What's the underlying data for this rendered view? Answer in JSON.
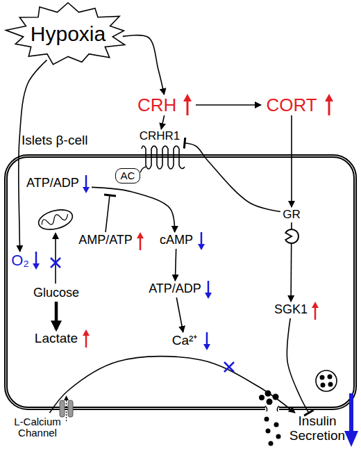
{
  "diagram": {
    "nodes": [
      {
        "text": [
          "Hypoxia"
        ]
      },
      {
        "text": [
          "CRH"
        ]
      },
      {
        "text": [
          "CORT"
        ]
      },
      {
        "text": [
          "Islets β-cell"
        ]
      },
      {
        "text": [
          "CRHR1"
        ]
      },
      {
        "text": [
          "AC"
        ],
        "in": 3
      },
      {
        "text": [
          "ATP/ADP"
        ],
        "in": 3
      },
      {
        "text": [
          "GR"
        ],
        "in": 3
      },
      {
        "text": [
          "AMP/ATP"
        ],
        "in": 3
      },
      {
        "text": [
          "cAMP"
        ],
        "in": 3
      },
      {
        "text": [
          "O₂"
        ],
        "in": 3
      },
      {
        "text": [
          "ATP/ADP"
        ],
        "in": 3
      },
      {
        "text": [
          "Glucose"
        ],
        "in": 3
      },
      {
        "text": [
          "SGK1"
        ],
        "in": 3
      },
      {
        "text": [
          "Lactate"
        ],
        "in": 3
      },
      {
        "text": [
          "Ca²⁺"
        ],
        "in": 3
      },
      {
        "text": [
          "L-Calcium Channel"
        ]
      },
      {
        "text": [
          "Insulin Secretion"
        ]
      }
    ],
    "edges": [
      {
        "from": 0,
        "to": 1,
        "arrow": "to"
      },
      {
        "from": 1,
        "to": 2,
        "arrow": "to"
      },
      {
        "from": 1,
        "to": 4,
        "arrow": "to"
      },
      {
        "from": 2,
        "to": 7,
        "arrow": "to"
      },
      {
        "from": 7,
        "to": 13,
        "arrow": "to"
      },
      {
        "from": 7,
        "to": 4,
        "arrow": "to"
      },
      {
        "from": 0,
        "to": 10,
        "arrow": "to"
      },
      {
        "from": 6,
        "to": 9,
        "arrow": "to"
      },
      {
        "from": 9,
        "to": 11,
        "arrow": "to"
      },
      {
        "from": 11,
        "to": 15,
        "arrow": "to"
      },
      {
        "from": 16,
        "to": 17,
        "arrow": "to"
      },
      {
        "from": 13,
        "to": 17,
        "arrow": "to"
      },
      {
        "from": 12,
        "to": 14,
        "arrow": "to"
      }
    ]
  }
}
